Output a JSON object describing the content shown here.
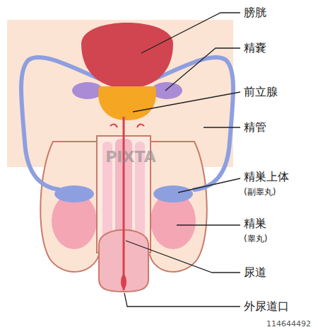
{
  "diagram": {
    "labels": [
      "膀胱",
      "精嚢",
      "前立腺",
      "精管",
      "精巣上体",
      "(副睾丸)",
      "精巣",
      "(睾丸)",
      "尿道",
      "外尿道口",
      "PIXTA",
      "114644492"
    ]
  }
}
